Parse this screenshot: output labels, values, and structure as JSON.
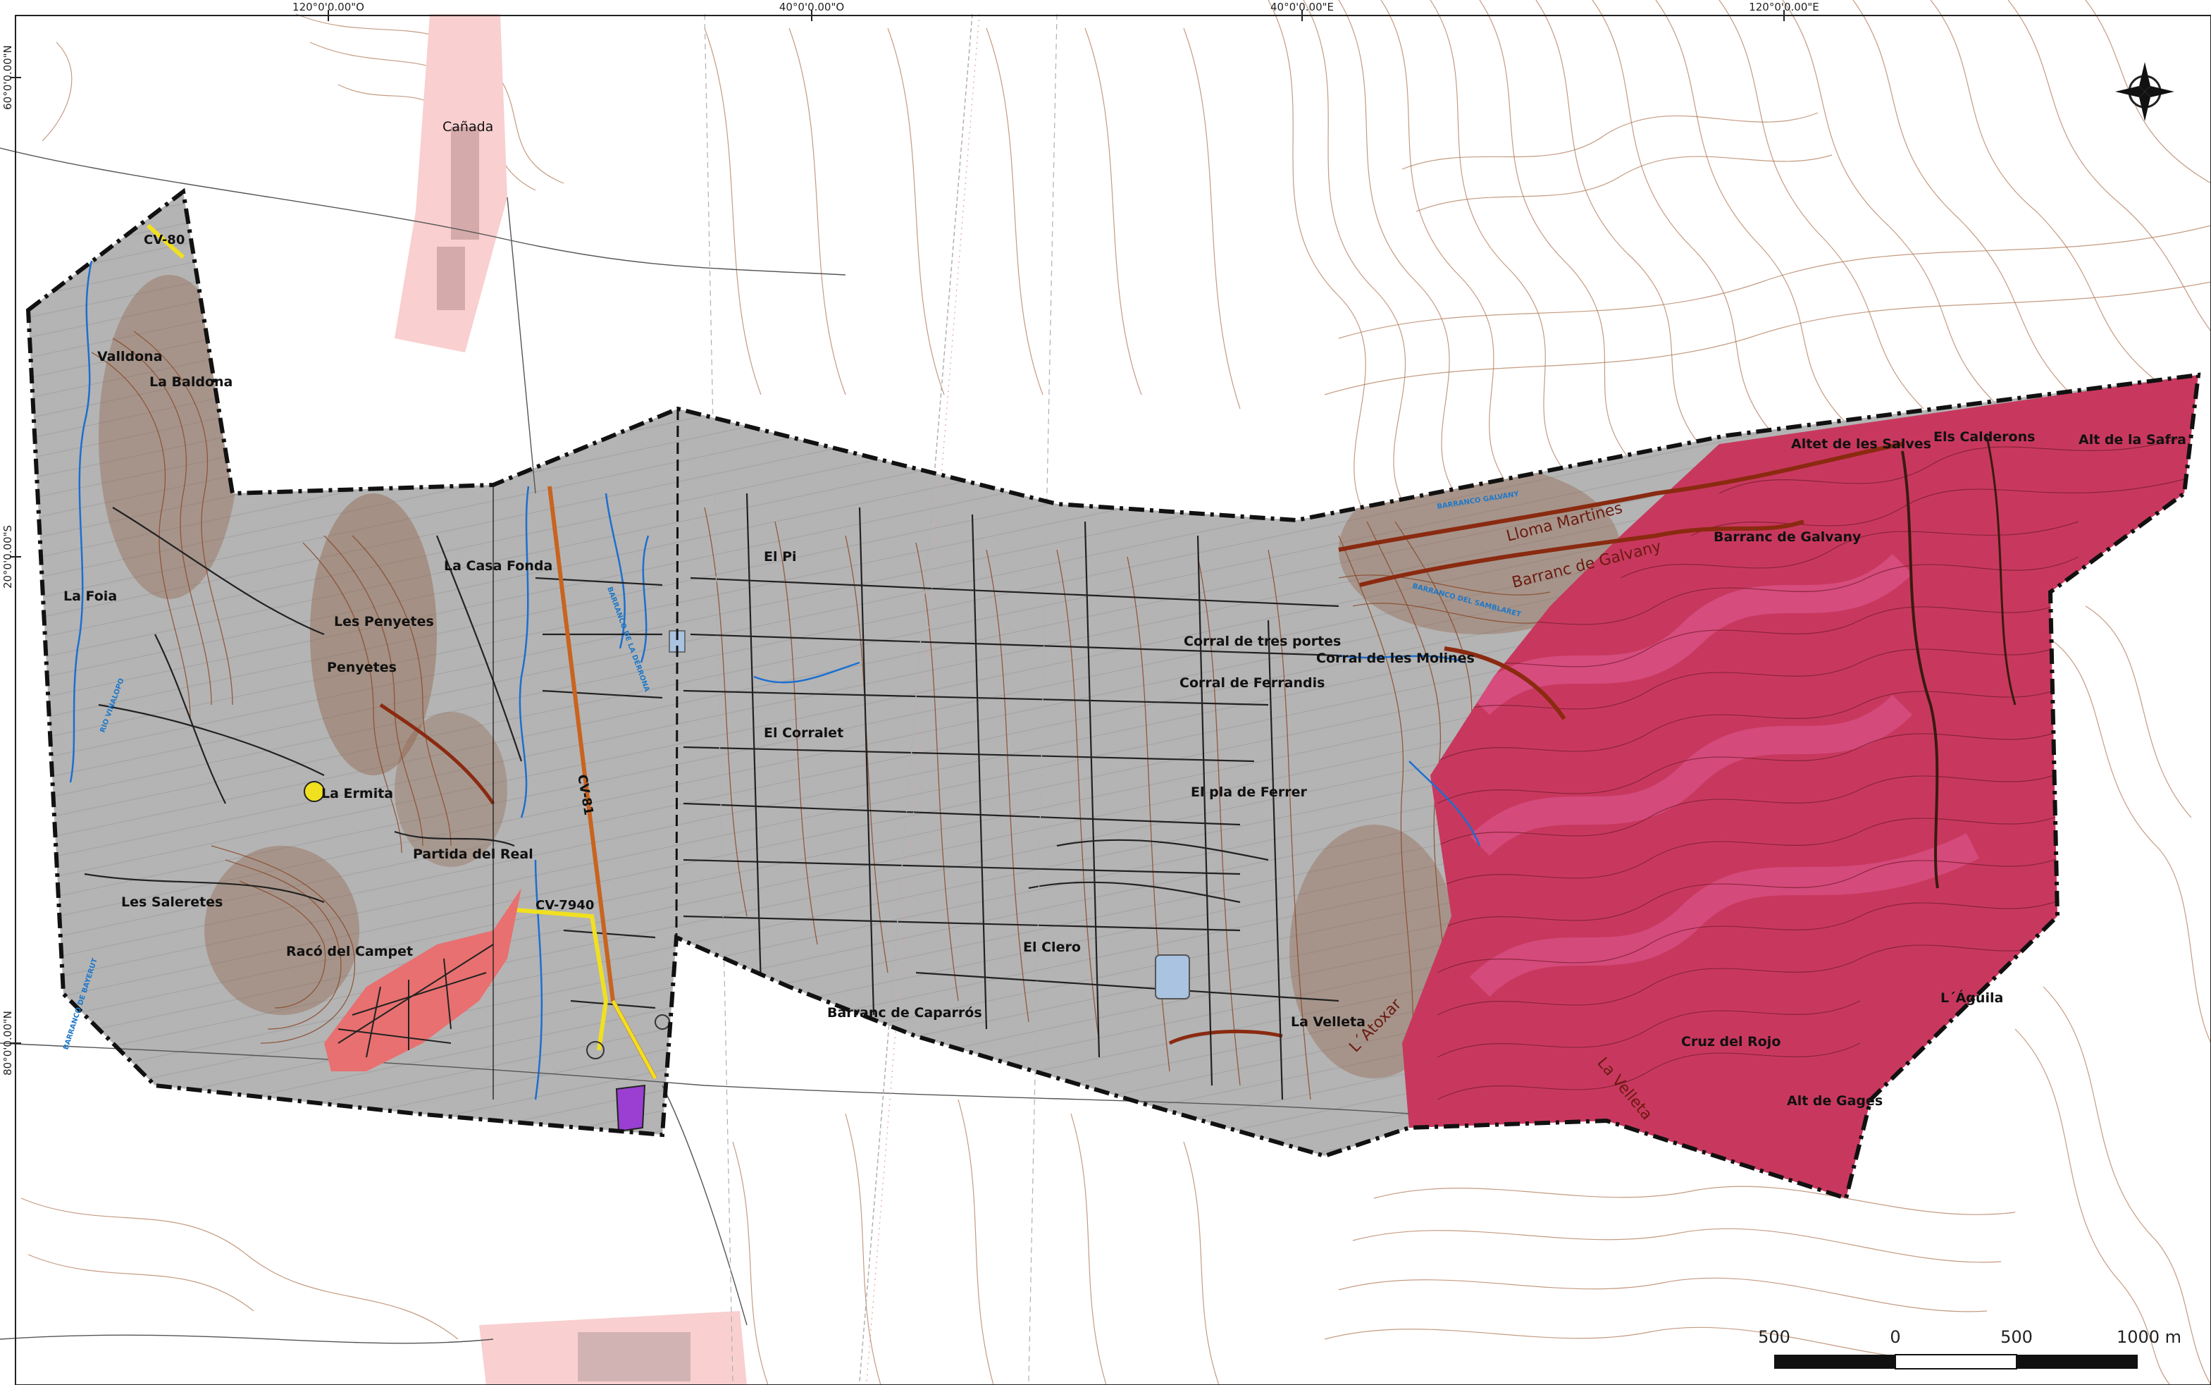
{
  "colors": {
    "municipality": "#b4b4b4",
    "protected_area": "#c8385e",
    "contour": "#a8603a",
    "urban": "#e87070",
    "urban_light": "#f9cfcf",
    "road_highlight": "#f0e020",
    "stream": "#1b6fd1",
    "boundary": "#111111",
    "purple_site": "#9a3fd2"
  },
  "grid_labels": {
    "top": [
      "120°0'0.00\"O",
      "40°0'0.00\"O",
      "40°0'0.00\"E",
      "120°0'0.00\"E"
    ],
    "left": [
      "60°0'0.00\"N",
      "20°0'0.00\"S",
      "80°0'0.00\"N"
    ]
  },
  "places": [
    {
      "id": "canada",
      "text": "Cañada"
    },
    {
      "id": "valldona",
      "text": "Valldona"
    },
    {
      "id": "la-baldona",
      "text": "La Baldona"
    },
    {
      "id": "la-foia",
      "text": "La Foia"
    },
    {
      "id": "les-penyetes",
      "text": "Les Penyetes"
    },
    {
      "id": "penyetes",
      "text": "Penyetes"
    },
    {
      "id": "la-casa-fonda",
      "text": "La Casa Fonda"
    },
    {
      "id": "la-ermita",
      "text": "La Ermita"
    },
    {
      "id": "partida-del-real",
      "text": "Partida del Real"
    },
    {
      "id": "les-saleretes",
      "text": "Les Saleretes"
    },
    {
      "id": "raco-del-campet",
      "text": "Racó del Campet"
    },
    {
      "id": "el-pi",
      "text": "El Pi"
    },
    {
      "id": "el-corralet",
      "text": "El Corralet"
    },
    {
      "id": "el-clero",
      "text": "El Clero"
    },
    {
      "id": "barranc-de-caparros",
      "text": "Barranc de Caparrós"
    },
    {
      "id": "corral-de-tres-portes",
      "text": "Corral de tres portes"
    },
    {
      "id": "corral-de-les-molines",
      "text": "Corral de les Molines"
    },
    {
      "id": "corral-de-ferrandis",
      "text": "Corral de Ferrandis"
    },
    {
      "id": "el-pla-de-ferrer",
      "text": "El pla de Ferrer"
    },
    {
      "id": "la-velleta",
      "text": "La Velleta"
    },
    {
      "id": "altet-de-les-salves",
      "text": "Altet de les Salves"
    },
    {
      "id": "els-calderons",
      "text": "Els Calderons"
    },
    {
      "id": "alt-de-la-safra",
      "text": "Alt de la Safra"
    },
    {
      "id": "barranc-de-galvany-label",
      "text": "Barranc de Galvany"
    },
    {
      "id": "cruz-del-rojo",
      "text": "Cruz del Rojo"
    },
    {
      "id": "alt-de-gages",
      "text": "Alt de Gages"
    },
    {
      "id": "l-aguila",
      "text": "L´Águila"
    }
  ],
  "ridges": {
    "lloma_martines": "Lloma Martines",
    "barranc_de_galvany": "Barranc de Galvany",
    "l_atoxar": "L´Atoxar",
    "la_velleta": "La Velleta"
  },
  "roads": {
    "cv80": "CV-80",
    "cv81": "CV-81",
    "cv7940": "CV-7940"
  },
  "streams": {
    "barranco_galvany": "BARRANCO GALVANY",
    "barranco_samblaret": "BARRANCO DEL SAMBLARET",
    "barranco_derrona": "BARRANCO DE LA DERRONA",
    "rio_vinalopo": "RIO VINALOPO",
    "barranco_bayerut": "BARRANCO DE BAYERUT"
  },
  "scale_bar": {
    "labels": [
      "500",
      "0",
      "500",
      "1000 m"
    ]
  }
}
